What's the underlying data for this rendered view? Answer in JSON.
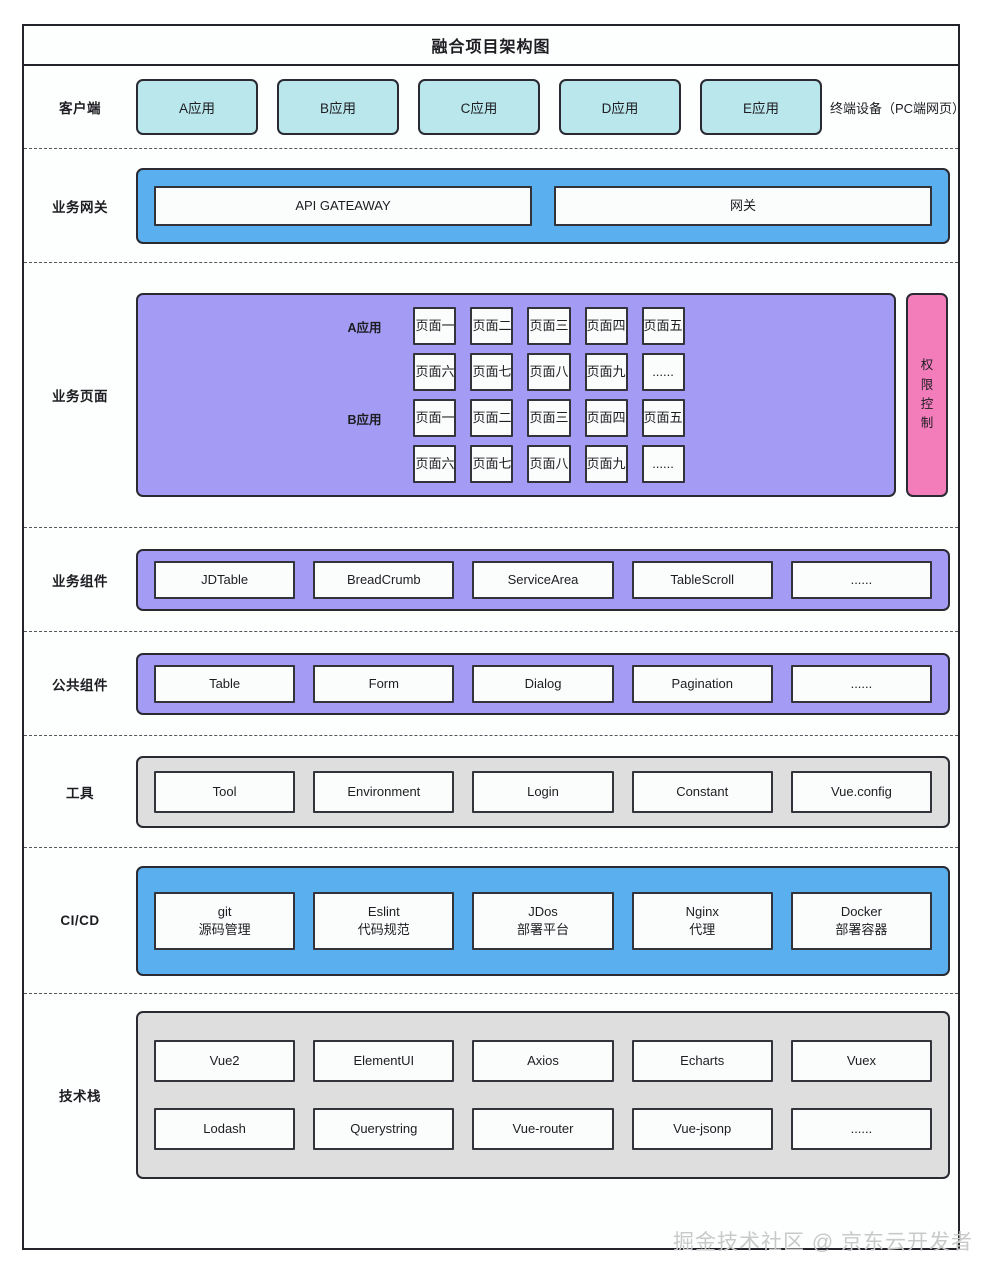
{
  "diagram": {
    "title": "融合项目架构图",
    "watermark": "掘金技术社区 @ 京东云开发者",
    "colors": {
      "client_box": "#b9e7eb",
      "gateway_band": "#5aafee",
      "pages_band": "#a49cf4",
      "permission_band": "#f37cba",
      "components_band": "#a49cf4",
      "tools_band": "#dededf",
      "cicd_band": "#5aafee",
      "stack_band": "#dededf",
      "border": "#2a2a33"
    }
  },
  "layers": {
    "client": {
      "label": "客户端",
      "apps": [
        {
          "label": "A应用"
        },
        {
          "label": "B应用"
        },
        {
          "label": "C应用"
        },
        {
          "label": "D应用"
        },
        {
          "label": "E应用"
        }
      ],
      "tail_note": "终端设备（PC端网页）"
    },
    "gateway": {
      "label": "业务网关",
      "items": [
        {
          "label": "API GATEAWAY"
        },
        {
          "label": "网关"
        }
      ]
    },
    "pages": {
      "label": "业务页面",
      "groups": [
        {
          "name": "A应用",
          "rows": [
            [
              "页面一",
              "页面二",
              "页面三",
              "页面四",
              "页面五"
            ],
            [
              "页面六",
              "页面七",
              "页面八",
              "页面九",
              "......"
            ]
          ]
        },
        {
          "name": "B应用",
          "rows": [
            [
              "页面一",
              "页面二",
              "页面三",
              "页面四",
              "页面五"
            ],
            [
              "页面六",
              "页面七",
              "页面八",
              "页面九",
              "......"
            ]
          ]
        }
      ],
      "permission": "权限控制"
    },
    "business_components": {
      "label": "业务组件",
      "items": [
        "JDTable",
        "BreadCrumb",
        "ServiceArea",
        "TableScroll",
        "......"
      ]
    },
    "common_components": {
      "label": "公共组件",
      "items": [
        "Table",
        "Form",
        "Dialog",
        "Pagination",
        "......"
      ]
    },
    "tools": {
      "label": "工具",
      "items": [
        "Tool",
        "Environment",
        "Login",
        "Constant",
        "Vue.config"
      ]
    },
    "cicd": {
      "label": "CI/CD",
      "items": [
        {
          "name": "git",
          "desc": "源码管理"
        },
        {
          "name": "Eslint",
          "desc": "代码规范"
        },
        {
          "name": "JDos",
          "desc": "部署平台"
        },
        {
          "name": "Nginx",
          "desc": "代理"
        },
        {
          "name": "Docker",
          "desc": "部署容器"
        }
      ]
    },
    "tech_stack": {
      "label": "技术栈",
      "rows": [
        [
          "Vue2",
          "ElementUI",
          "Axios",
          "Echarts",
          "Vuex"
        ],
        [
          "Lodash",
          "Querystring",
          "Vue-router",
          "Vue-jsonp",
          "......"
        ]
      ]
    }
  }
}
